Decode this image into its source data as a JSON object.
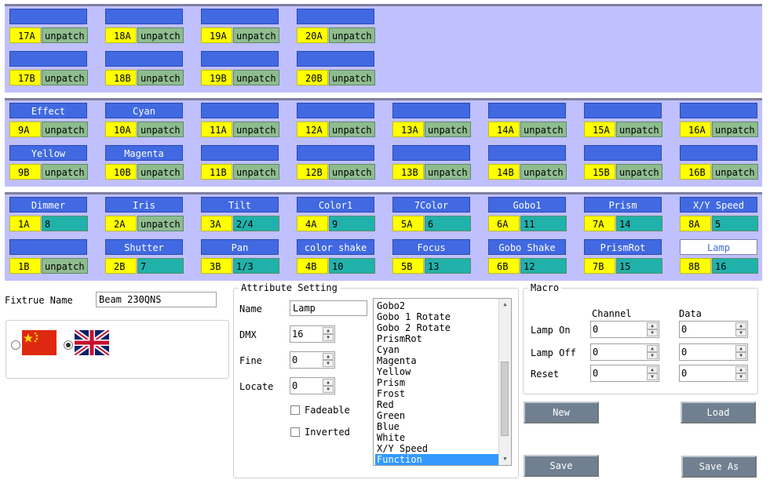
{
  "panel1": {
    "rowA": [
      {
        "name": "",
        "num": "17A",
        "value": "unpatch"
      },
      {
        "name": "",
        "num": "18A",
        "value": "unpatch"
      },
      {
        "name": "",
        "num": "19A",
        "value": "unpatch"
      },
      {
        "name": "",
        "num": "20A",
        "value": "unpatch"
      }
    ],
    "rowB": [
      {
        "name": "",
        "num": "17B",
        "value": "unpatch"
      },
      {
        "name": "",
        "num": "18B",
        "value": "unpatch"
      },
      {
        "name": "",
        "num": "19B",
        "value": "unpatch"
      },
      {
        "name": "",
        "num": "20B",
        "value": "unpatch"
      }
    ]
  },
  "panel2": {
    "rowA": [
      {
        "name": "Effect",
        "num": "9A",
        "value": "unpatch"
      },
      {
        "name": "Cyan",
        "num": "10A",
        "value": "unpatch"
      },
      {
        "name": "",
        "num": "11A",
        "value": "unpatch"
      },
      {
        "name": "",
        "num": "12A",
        "value": "unpatch"
      },
      {
        "name": "",
        "num": "13A",
        "value": "unpatch"
      },
      {
        "name": "",
        "num": "14A",
        "value": "unpatch"
      },
      {
        "name": "",
        "num": "15A",
        "value": "unpatch"
      },
      {
        "name": "",
        "num": "16A",
        "value": "unpatch"
      }
    ],
    "rowB": [
      {
        "name": "Yellow",
        "num": "9B",
        "value": "unpatch"
      },
      {
        "name": "Magenta",
        "num": "10B",
        "value": "unpatch"
      },
      {
        "name": "",
        "num": "11B",
        "value": "unpatch"
      },
      {
        "name": "",
        "num": "12B",
        "value": "unpatch"
      },
      {
        "name": "",
        "num": "13B",
        "value": "unpatch"
      },
      {
        "name": "",
        "num": "14B",
        "value": "unpatch"
      },
      {
        "name": "",
        "num": "15B",
        "value": "unpatch"
      },
      {
        "name": "",
        "num": "16B",
        "value": "unpatch"
      }
    ]
  },
  "panel3": {
    "rowA": [
      {
        "name": "Dimmer",
        "num": "1A",
        "value": "8"
      },
      {
        "name": "Iris",
        "num": "2A",
        "value": "unpatch"
      },
      {
        "name": "Tilt",
        "num": "3A",
        "value": "2/4"
      },
      {
        "name": "Color1",
        "num": "4A",
        "value": "9"
      },
      {
        "name": "7Color",
        "num": "5A",
        "value": "6"
      },
      {
        "name": "Gobo1",
        "num": "6A",
        "value": "11"
      },
      {
        "name": "Prism",
        "num": "7A",
        "value": "14"
      },
      {
        "name": "X/Y Speed",
        "num": "8A",
        "value": "5"
      }
    ],
    "rowB": [
      {
        "name": "",
        "num": "1B",
        "value": "unpatch"
      },
      {
        "name": "Shutter",
        "num": "2B",
        "value": "7"
      },
      {
        "name": "Pan",
        "num": "3B",
        "value": "1/3"
      },
      {
        "name": "color shake",
        "num": "4B",
        "value": "10"
      },
      {
        "name": "Focus",
        "num": "5B",
        "value": "13"
      },
      {
        "name": "Gobo Shake",
        "num": "6B",
        "value": "12"
      },
      {
        "name": "PrismRot",
        "num": "7B",
        "value": "15"
      },
      {
        "name": "Lamp",
        "num": "8B",
        "value": "16",
        "selected": true
      }
    ]
  },
  "fixture": {
    "label": "Fixtrue Name",
    "value": "Beam 230QNS"
  },
  "language": {
    "options": [
      "china-flag",
      "uk-flag"
    ],
    "selected": "uk-flag"
  },
  "attribute": {
    "title": "Attribute Setting",
    "name_label": "Name",
    "name_value": "Lamp",
    "dmx_label": "DMX",
    "dmx_value": "16",
    "fine_label": "Fine",
    "fine_value": "0",
    "locate_label": "Locate",
    "locate_value": "0",
    "fadeable_label": "Fadeable",
    "inverted_label": "Inverted",
    "list": [
      "Gobo2",
      "Gobo 1 Rotate",
      "Gobo 2 Rotate",
      "PrismRot",
      "Cyan",
      "Magenta",
      "Yellow",
      "Prism",
      "Frost",
      "Red",
      "Green",
      "Blue",
      "White",
      "X/Y Speed",
      "Function"
    ],
    "list_selected": "Function"
  },
  "macro": {
    "title": "Macro",
    "col_channel": "Channel",
    "col_data": "Data",
    "rows": [
      {
        "label": "Lamp On",
        "channel": "0",
        "data": "0"
      },
      {
        "label": "Lamp Off",
        "channel": "0",
        "data": "0"
      },
      {
        "label": "Reset",
        "channel": "0",
        "data": "0"
      }
    ]
  },
  "buttons": {
    "new": "New",
    "load": "Load",
    "save": "Save",
    "save_as": "Save As"
  },
  "colors": {
    "channel_name": "#4169e1",
    "channel_num": "#ffff00",
    "unpatch": "#8fbc8f",
    "patched": "#20b2aa",
    "panel": "#c0c0ff",
    "button": "#708090",
    "list_selected": "#3399ff"
  }
}
